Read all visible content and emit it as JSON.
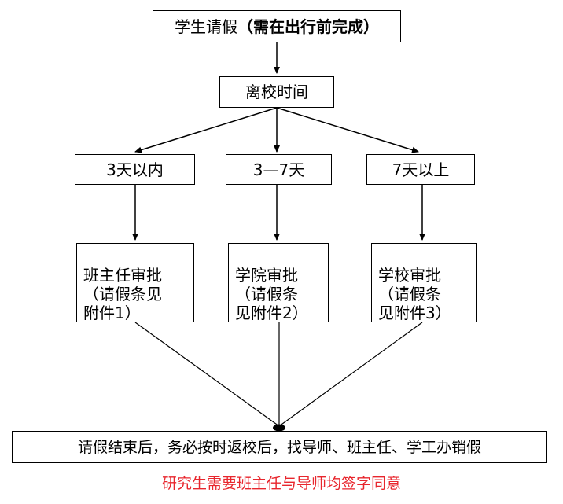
{
  "start": {
    "label": "学生请假",
    "label_bold": "（需在出行前完成）"
  },
  "time_node": {
    "label": "离校时间"
  },
  "durations": [
    {
      "label": "3天以内"
    },
    {
      "label": "3—7天"
    },
    {
      "label": "7天以上"
    }
  ],
  "approvals": [
    {
      "label": "班主任审批\n（请假条见\n附件1）"
    },
    {
      "label": "学院审批\n（请假条\n见附件2）"
    },
    {
      "label": "学校审批\n（请假条\n见附件3）"
    }
  ],
  "end": {
    "label": "请假结束后，务必按时返校后，找导师、班主任、学工办销假"
  },
  "note": {
    "text": "研究生需要班主任与导师均签字同意",
    "color": "#e8262d"
  }
}
